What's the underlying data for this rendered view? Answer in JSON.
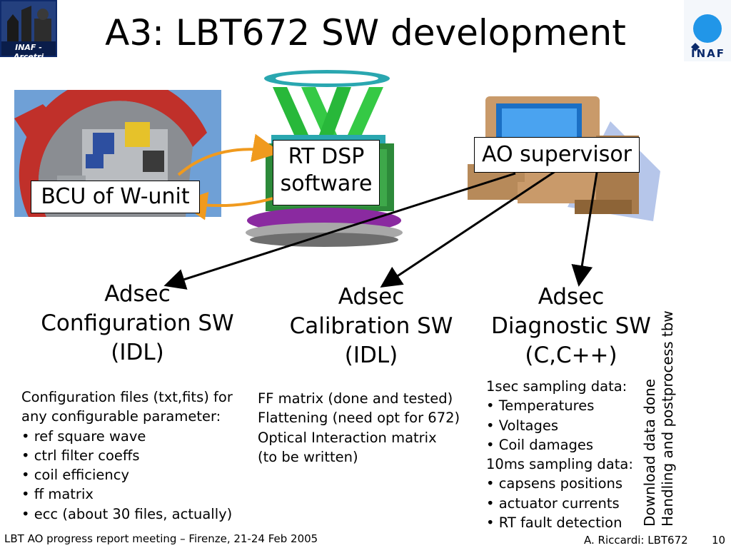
{
  "title": "A3: LBT672 SW development",
  "logos": {
    "left_text": "INAF - Arcetri",
    "right_text": "INAF"
  },
  "labels": {
    "bcu": "BCU of W-unit",
    "rt_dsp": [
      "RT DSP",
      "software"
    ],
    "ao_supervisor": "AO supervisor"
  },
  "columns": [
    {
      "heading": [
        "Adsec",
        "Configuration SW",
        "(IDL)"
      ],
      "lines": [
        "Configuration files (txt,fits) for",
        "any configurable parameter:",
        "• ref square wave",
        "• ctrl filter coeffs",
        "• coil efficiency",
        "• ff matrix",
        "• ecc (about 30 files, actually)"
      ]
    },
    {
      "heading": [
        "Adsec",
        "Calibration SW",
        "(IDL)"
      ],
      "lines": [
        "FF matrix (done and tested)",
        "Flattening (need opt for 672)",
        "Optical Interaction matrix",
        "(to be written)"
      ]
    },
    {
      "heading": [
        "Adsec",
        "Diagnostic SW",
        "(C,C++)"
      ],
      "lines": [
        "1sec sampling data:",
        "• Temperatures",
        "• Voltages",
        "• Coil damages",
        "10ms sampling data:",
        "• capsens positions",
        "• actuator currents",
        "• RT fault detection"
      ]
    }
  ],
  "vertical_notes": [
    "Download data done",
    "Handling and postprocess tbw"
  ],
  "footer": {
    "left": "LBT AO progress report meeting – Firenze, 21-24 Feb 2005",
    "author": "A. Riccardi: LBT672",
    "page": "10"
  }
}
